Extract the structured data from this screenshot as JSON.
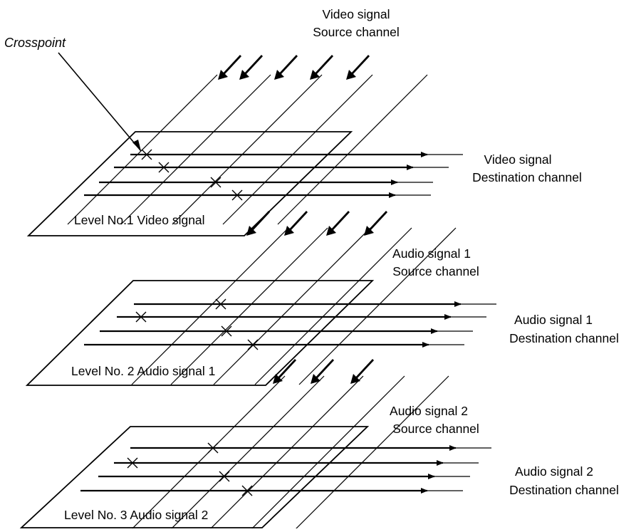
{
  "callout": {
    "crosspoint_label": "Crosspoint"
  },
  "levels": [
    {
      "name": "Level No.1 Video signal",
      "source": [
        "Video signal",
        "Source channel"
      ],
      "destination": [
        "Video signal",
        "Destination channel"
      ],
      "source_channels": 5,
      "destination_channels": 4,
      "crosspoints": [
        [
          1,
          1
        ],
        [
          2,
          2
        ],
        [
          3,
          3
        ],
        [
          4,
          4
        ]
      ]
    },
    {
      "name": "Level No. 2 Audio signal 1",
      "source": [
        "Audio signal 1",
        "Source channel"
      ],
      "destination": [
        "Audio signal 1",
        "Destination channel"
      ],
      "source_channels": 5,
      "destination_channels": 4,
      "crosspoints": [
        [
          1,
          2
        ],
        [
          3,
          1
        ],
        [
          4,
          3
        ],
        [
          5,
          4
        ]
      ]
    },
    {
      "name": "Level No. 3 Audio signal 2",
      "source": [
        "Audio signal 2",
        "Source channel"
      ],
      "destination": [
        "Audio signal 2",
        "Destination channel"
      ],
      "source_channels": 5,
      "destination_channels": 4,
      "crosspoints": [
        [
          1,
          2
        ],
        [
          3,
          1
        ],
        [
          4,
          3
        ],
        [
          5,
          4
        ]
      ]
    }
  ],
  "colors": {
    "line": "#000000",
    "background": "#ffffff"
  }
}
